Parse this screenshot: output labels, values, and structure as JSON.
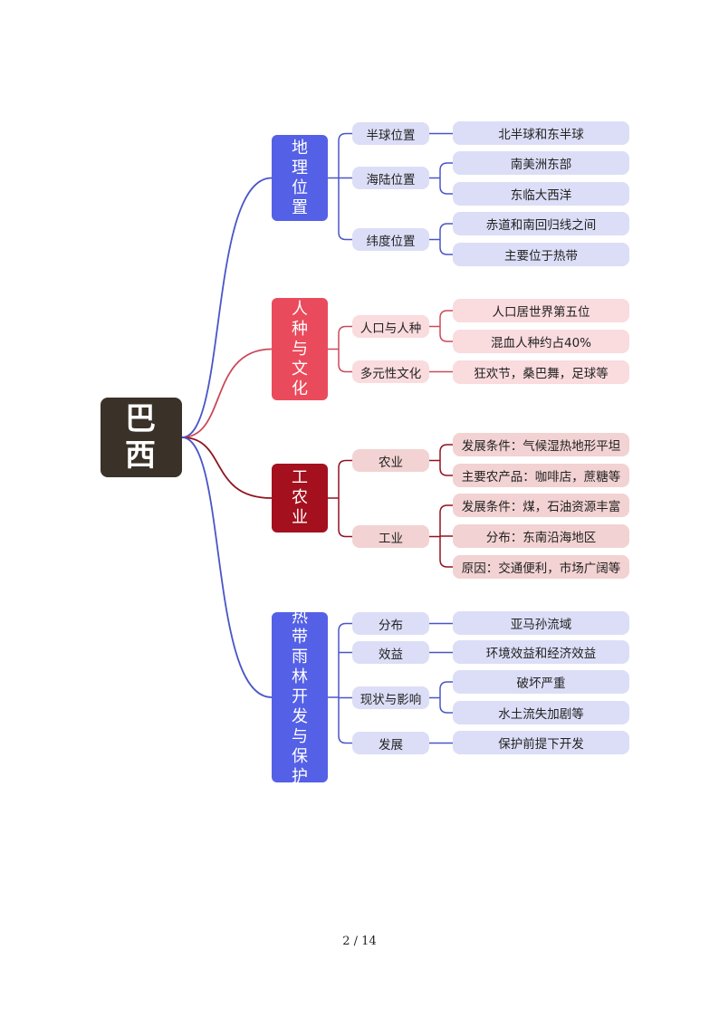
{
  "root": {
    "label": "巴\n西",
    "color": "#3a3128"
  },
  "branches": [
    {
      "label": "地\n理\n位\n置",
      "color": "#5460e6",
      "line": "#4a55c9",
      "sub_fill": "#dcdef7",
      "leaf_fill": "#dcdef7",
      "subs": [
        {
          "label": "半球位置",
          "leaves": [
            "北半球和东半球"
          ]
        },
        {
          "label": "海陆位置",
          "leaves": [
            "南美洲东部",
            "东临大西洋"
          ]
        },
        {
          "label": "纬度位置",
          "leaves": [
            "赤道和南回归线之间",
            "主要位于热带"
          ]
        }
      ]
    },
    {
      "label": "人\n种\n与\n文\n化",
      "color": "#ea4b5c",
      "line": "#c94a58",
      "sub_fill": "#fadbde",
      "leaf_fill": "#fadbde",
      "subs": [
        {
          "label": "人口与人种",
          "leaves": [
            "人口居世界第五位",
            "混血人种约占40%"
          ]
        },
        {
          "label": "多元性文化",
          "leaves": [
            "狂欢节，桑巴舞，足球等"
          ]
        }
      ]
    },
    {
      "label": "工\n农\n业",
      "color": "#a4101e",
      "line": "#8f1420",
      "sub_fill": "#f2d2d2",
      "leaf_fill": "#f2d2d2",
      "subs": [
        {
          "label": "农业",
          "leaves": [
            "发展条件：气候湿热地形平坦",
            "主要农产品：咖啡店，蔗糖等"
          ]
        },
        {
          "label": "工业",
          "leaves": [
            "发展条件：煤，石油资源丰富",
            "分布：东南沿海地区",
            "原因：交通便利，市场广阔等"
          ]
        }
      ]
    },
    {
      "label": "热\n带\n雨\n林\n开\n发\n与\n保\n护",
      "color": "#5460e6",
      "line": "#4a55c9",
      "sub_fill": "#dcdef7",
      "leaf_fill": "#dcdef7",
      "subs": [
        {
          "label": "分布",
          "leaves": [
            "亚马孙流域"
          ]
        },
        {
          "label": "效益",
          "leaves": [
            "环境效益和经济效益"
          ]
        },
        {
          "label": "现状与影响",
          "leaves": [
            "破坏严重",
            "水土流失加剧等"
          ]
        },
        {
          "label": "发展",
          "leaves": [
            "保护前提下开发"
          ]
        }
      ]
    }
  ],
  "footer": "2 / 14"
}
